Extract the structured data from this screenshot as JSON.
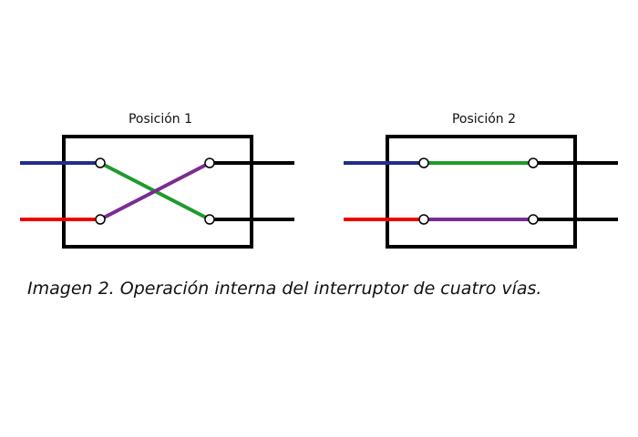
{
  "diagrams": [
    {
      "title": "Posición 1",
      "mode": "crossed"
    },
    {
      "title": "Posición 2",
      "mode": "straight"
    }
  ],
  "caption": "Imagen 2. Operación interna del interruptor de cuatro vías.",
  "colors": {
    "input_top": "#1f2d8a",
    "input_bottom": "#ee0000",
    "green": "#1f9a2e",
    "purple": "#7b2c91",
    "output": "#000000",
    "frame": "#000000"
  }
}
